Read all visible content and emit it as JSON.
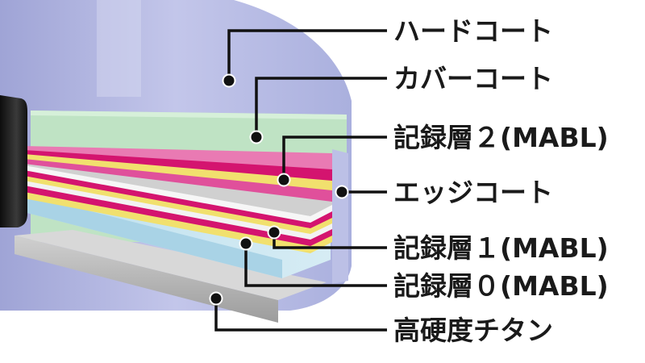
{
  "diagram": {
    "labels": {
      "hard_coat": "ハードコート",
      "cover_coat": "カバーコート",
      "layer_2": "記録層２(MABL)",
      "edge_coat": "エッジコート",
      "layer_1": "記録層１(MABL)",
      "layer_0": "記録層０(MABL)",
      "titanium": "高硬度チタン"
    },
    "colors": {
      "hard_coat": "#aeb2dd",
      "cover_coat": "#bfe3c4",
      "recording_layer_magenta": "#d4146f",
      "recording_layer_yellow": "#f1e06e",
      "spacer_white": "#f2f2f2",
      "edge_coat": "#bcc0e6",
      "substrate_blue": "#c8e4ef",
      "titanium": "#b9b9b9",
      "spindle": "#222222"
    }
  }
}
